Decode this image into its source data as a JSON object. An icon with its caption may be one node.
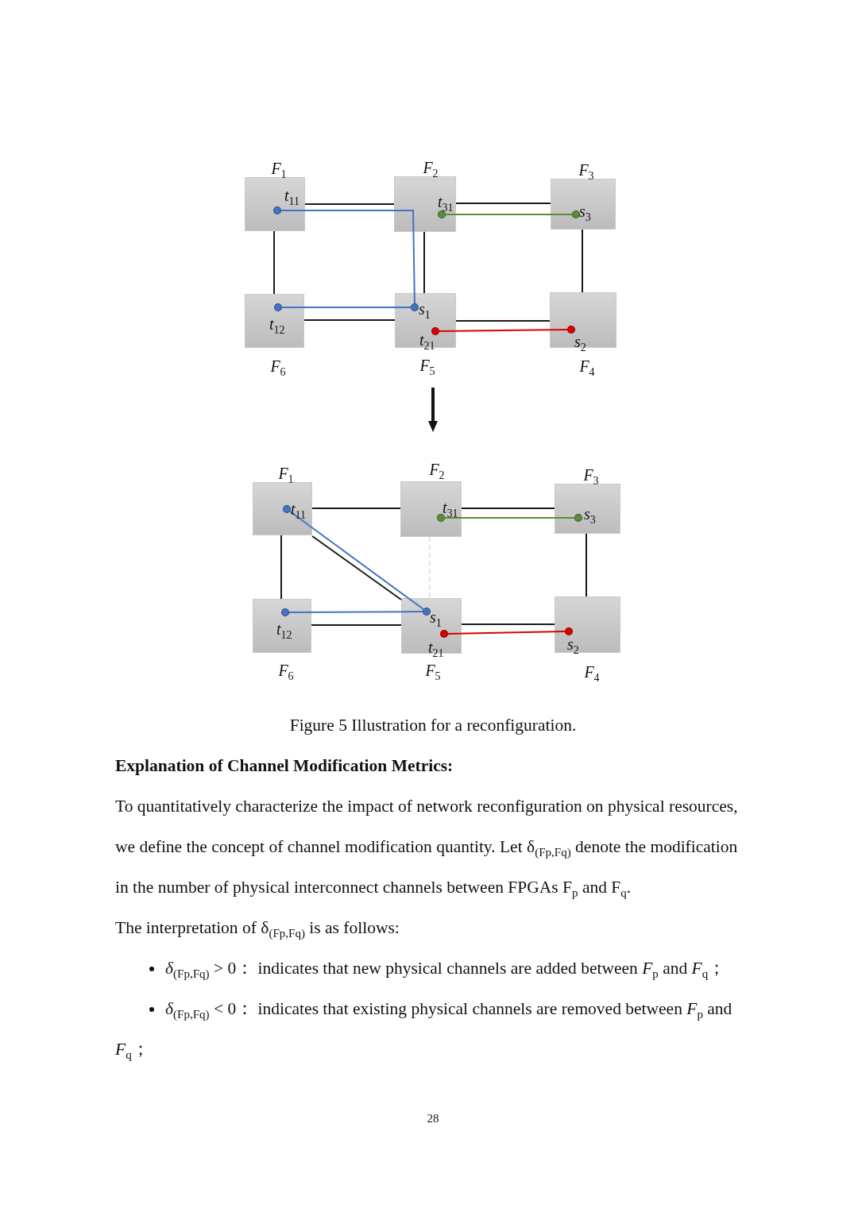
{
  "diagram": {
    "caption": "Figure 5 Illustration for a reconfiguration.",
    "nodes": [
      {
        "text": [
          "*F*$_{1}$"
        ]
      },
      {
        "text": [],
        "shape": "circle",
        "beside": [
          "*t*$_{11}$"
        ],
        "in": 0
      },
      {
        "text": [
          "*F*$_{2}$"
        ]
      },
      {
        "text": [],
        "shape": "circle",
        "beside": [
          "*t*$_{31}$"
        ],
        "in": 2
      },
      {
        "text": [
          "*F*$_{3}$"
        ]
      },
      {
        "text": [],
        "shape": "circle",
        "beside": [
          "*s*$_{3}$"
        ],
        "in": 4
      },
      {
        "text": [
          "*F*$_{6}$"
        ]
      },
      {
        "text": [],
        "shape": "circle",
        "beside": [
          "*t*$_{12}$"
        ],
        "in": 6
      },
      {
        "text": [
          "*F*$_{5}$"
        ]
      },
      {
        "text": [],
        "shape": "circle",
        "beside": [
          "*s*$_{1}$"
        ],
        "in": 8
      },
      {
        "text": [],
        "shape": "circle",
        "beside": [
          "*t*$_{21}$"
        ],
        "in": 8
      },
      {
        "text": [
          "*F*$_{4}$"
        ]
      },
      {
        "text": [],
        "shape": "circle",
        "beside": [
          "*s*$_{2}$"
        ],
        "in": 11
      },
      {
        "text": [
          "*F*$_{1}$"
        ]
      },
      {
        "text": [],
        "shape": "circle",
        "beside": [
          "*t*$_{11}$"
        ],
        "in": 13
      },
      {
        "text": [
          "*F*$_{2}$"
        ]
      },
      {
        "text": [],
        "shape": "circle",
        "beside": [
          "*t*$_{31}$"
        ],
        "in": 15
      },
      {
        "text": [
          "*F*$_{3}$"
        ]
      },
      {
        "text": [],
        "shape": "circle",
        "beside": [
          "*s*$_{3}$"
        ],
        "in": 17
      },
      {
        "text": [
          "*F*$_{6}$"
        ]
      },
      {
        "text": [],
        "shape": "circle",
        "beside": [
          "*t*$_{12}$"
        ],
        "in": 19
      },
      {
        "text": [
          "*F*$_{5}$"
        ]
      },
      {
        "text": [],
        "shape": "circle",
        "beside": [
          "*s*$_{1}$"
        ],
        "in": 21
      },
      {
        "text": [],
        "shape": "circle",
        "beside": [
          "*t*$_{21}$"
        ],
        "in": 21
      },
      {
        "text": [
          "*F*$_{4}$"
        ]
      },
      {
        "text": [],
        "shape": "circle",
        "beside": [
          "*s*$_{2}$"
        ],
        "in": 24
      }
    ],
    "edges": [
      {
        "from": 0,
        "to": 2,
        "arrow": "none"
      },
      {
        "from": 2,
        "to": 4,
        "arrow": "none"
      },
      {
        "from": 0,
        "to": 6,
        "arrow": "none"
      },
      {
        "from": 2,
        "to": 8,
        "arrow": "none"
      },
      {
        "from": 4,
        "to": 11,
        "arrow": "none"
      },
      {
        "from": 6,
        "to": 8,
        "arrow": "none"
      },
      {
        "from": 8,
        "to": 11,
        "arrow": "none"
      },
      {
        "from": 1,
        "to": 9,
        "arrow": "none",
        "color": "#4472c4"
      },
      {
        "from": 7,
        "to": 9,
        "arrow": "none",
        "color": "#4472c4"
      },
      {
        "from": 3,
        "to": 5,
        "arrow": "none",
        "color": "#5b8c3a"
      },
      {
        "from": 10,
        "to": 12,
        "arrow": "none",
        "color": "#d90000"
      },
      {
        "from": 13,
        "to": 15,
        "arrow": "none"
      },
      {
        "from": 15,
        "to": 17,
        "arrow": "none"
      },
      {
        "from": 13,
        "to": 19,
        "arrow": "none"
      },
      {
        "from": 13,
        "to": 21,
        "arrow": "none"
      },
      {
        "from": 17,
        "to": 24,
        "arrow": "none"
      },
      {
        "from": 19,
        "to": 21,
        "arrow": "none"
      },
      {
        "from": 21,
        "to": 24,
        "arrow": "none"
      },
      {
        "from": 15,
        "to": 21,
        "arrow": "none",
        "style": "dashed",
        "color": "#e3e3e3"
      },
      {
        "from": 14,
        "to": 22,
        "arrow": "none",
        "color": "#4472c4"
      },
      {
        "from": 20,
        "to": 22,
        "arrow": "none",
        "color": "#4472c4"
      },
      {
        "from": 16,
        "to": 18,
        "arrow": "none",
        "color": "#5b8c3a"
      },
      {
        "from": 23,
        "to": 25,
        "arrow": "none",
        "color": "#d90000"
      }
    ],
    "labels": [
      "Explanation of Channel Modification Metrics:",
      "To quantitatively characterize the impact of network reconfiguration on physical resources, we define the concept of channel modification quantity. Let δ$_{(Fp,Fq)}$ denote the modification in the number of physical interconnect channels between FPGAs F$_{p}$ and F$_{q}$.",
      "The interpretation of δ$_{(Fp,Fq)}$ is as follows:",
      "*δ*$_{(Fp,Fq)}$ > 0： indicates that new physical channels are added between *F*$_{p}$ and *F*$_{q}$；",
      "*δ*$_{(Fp,Fq)}$ < 0： indicates that existing physical channels are removed between *F*$_{p}$ and *F*$_{q}$；",
      "28"
    ]
  }
}
